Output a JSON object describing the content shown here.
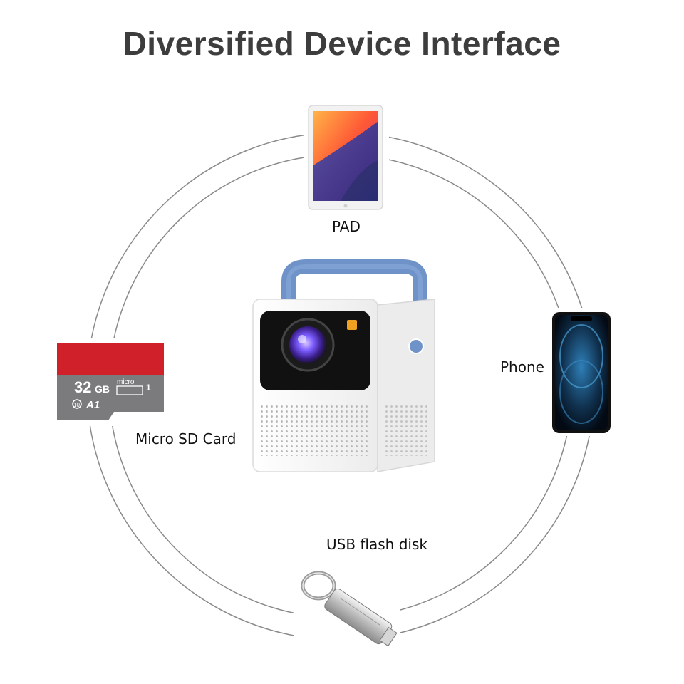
{
  "title": "Diversified Device Interface",
  "devices": {
    "pad": {
      "label": "PAD"
    },
    "phone": {
      "label": "Phone"
    },
    "sd_card": {
      "label": "Micro SD Card",
      "capacity": "32",
      "capacity_unit": "GB",
      "brand": "micro",
      "class_mark": "10",
      "app_class": "A1",
      "uhs_mark": "1"
    },
    "usb": {
      "label": "USB flash disk"
    }
  },
  "colors": {
    "title": "#3d3d3d",
    "ring": "#8a8a8a",
    "handle": "#6f93c9",
    "sd_red": "#d0202a",
    "sd_gray": "#7b7b7e"
  }
}
